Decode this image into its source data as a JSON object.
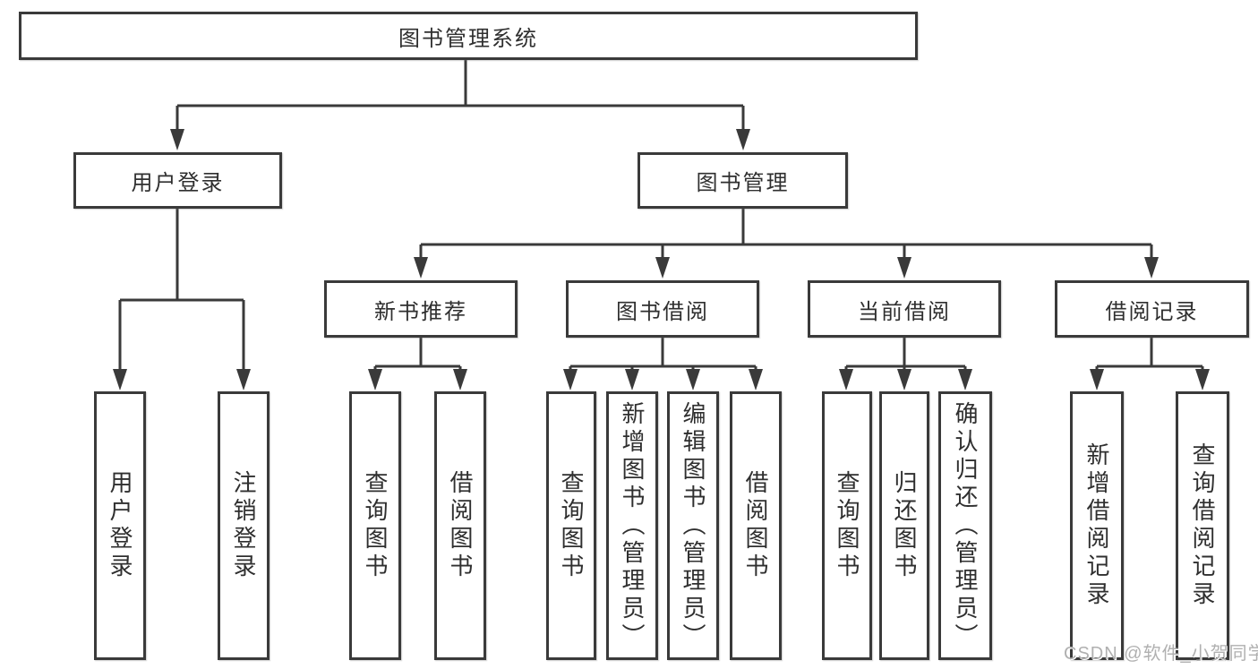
{
  "diagram": {
    "title": "图书管理系统",
    "type": "hierarchy-diagram",
    "colors": {
      "line": "#3a3a3a",
      "box_border": "#3a3a3a",
      "text": "#2f2f2f",
      "background": "#ffffff",
      "watermark": "#b0b0b0"
    }
  },
  "tree": {
    "root": {
      "label": "图书管理系统",
      "children": [
        {
          "label": "用户登录",
          "children": [
            {
              "label": "用户登录"
            },
            {
              "label": "注销登录"
            }
          ]
        },
        {
          "label": "图书管理",
          "children": [
            {
              "label": "新书推荐",
              "children": [
                {
                  "label": "查询图书"
                },
                {
                  "label": "借阅图书"
                }
              ]
            },
            {
              "label": "图书借阅",
              "children": [
                {
                  "label": "查询图书"
                },
                {
                  "label": "新增图书（管理员）"
                },
                {
                  "label": "编辑图书（管理员）"
                },
                {
                  "label": "借阅图书"
                }
              ]
            },
            {
              "label": "当前借阅",
              "children": [
                {
                  "label": "查询图书"
                },
                {
                  "label": "归还图书"
                },
                {
                  "label": "确认归还（管理员）"
                }
              ]
            },
            {
              "label": "借阅记录",
              "children": [
                {
                  "label": "新增借阅记录"
                },
                {
                  "label": "查询借阅记录"
                }
              ]
            }
          ]
        }
      ]
    }
  },
  "watermark": {
    "text": "CSDN @软件_小贺同学"
  }
}
